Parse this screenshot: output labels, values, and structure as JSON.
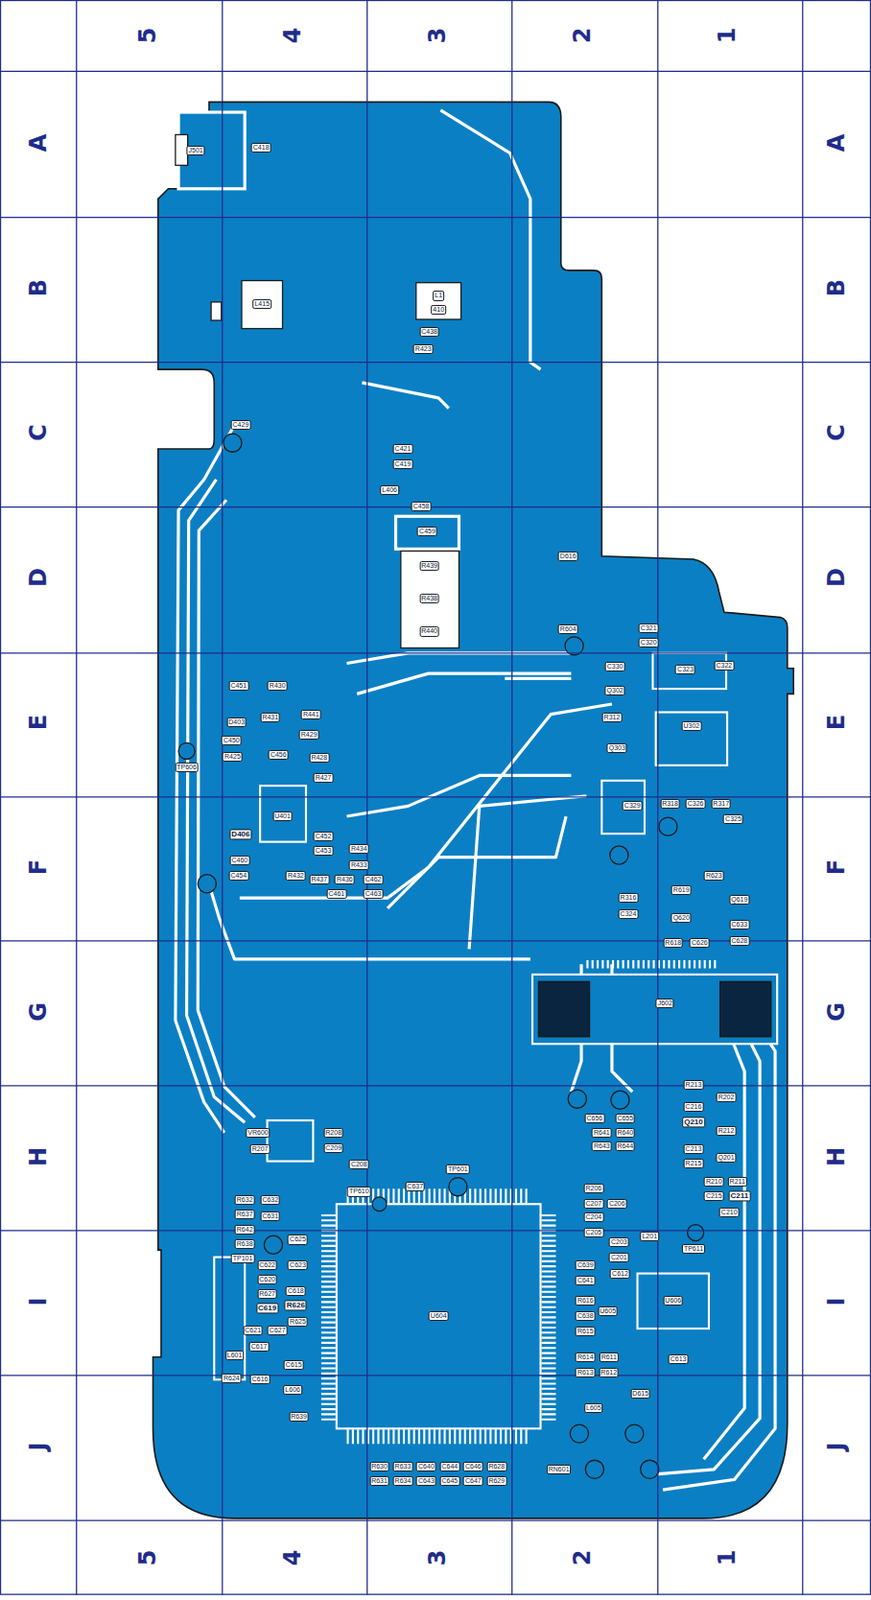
{
  "diagram": {
    "labels": [
      "5",
      "4",
      "3",
      "2",
      "1",
      "5",
      "4",
      "3",
      "2",
      "1",
      "A",
      "B",
      "C",
      "D",
      "E",
      "F",
      "G",
      "H",
      "I",
      "J",
      "A",
      "B",
      "C",
      "D",
      "E",
      "F",
      "G",
      "H",
      "I",
      "J",
      "J501",
      "C418",
      "L415",
      "L1",
      "410",
      "C438",
      "R423",
      "C429",
      "C421",
      "C419",
      "L406",
      "C458",
      "C459",
      "R439",
      "R438",
      "R440",
      "D616",
      "R604",
      "C321",
      "C320",
      "C330",
      "C323",
      "C322",
      "Q302",
      "R312",
      "Q303",
      "U302",
      "C329",
      "R318",
      "C326",
      "R317",
      "C325",
      "R316",
      "C324",
      "R623",
      "R619",
      "Q619",
      "Q620",
      "C633",
      "R618",
      "C626",
      "C628",
      "J602",
      "C451",
      "R430",
      "D403",
      "R431",
      "R441",
      "R429",
      "C450",
      "TP606",
      "R425",
      "C456",
      "R428",
      "R427",
      "U401",
      "D406",
      "C452",
      "C453",
      "R434",
      "R433",
      "C460",
      "C454",
      "R432",
      "R437",
      "R436",
      "C462",
      "C461",
      "C463",
      "R213",
      "R202",
      "C216",
      "Q210",
      "R212",
      "C213",
      "R215",
      "Q201",
      "C656",
      "C655",
      "R641",
      "R640",
      "R643",
      "R644",
      "R210",
      "R211",
      "C215",
      "C211",
      "C210",
      "TP611",
      "L201",
      "C206",
      "R206",
      "C207",
      "C204",
      "C205",
      "C203",
      "C201",
      "C612",
      "C639",
      "C641",
      "R616",
      "C638",
      "R615",
      "U605",
      "U606",
      "R614",
      "R613",
      "R611",
      "R612",
      "C613",
      "D615",
      "L605",
      "RN601",
      "VR600",
      "R207",
      "R208",
      "C209",
      "C208",
      "TP601",
      "TP610",
      "C637",
      "R632",
      "C632",
      "R637",
      "C631",
      "R642",
      "R638",
      "TP101",
      "C625",
      "C622",
      "C623",
      "C620",
      "C618",
      "R627",
      "R626",
      "C619",
      "C621",
      "R625",
      "C627",
      "C617",
      "C615",
      "L601",
      "R624",
      "C616",
      "L606",
      "R639",
      "U604",
      "R630",
      "R631",
      "R633",
      "R634",
      "C640",
      "C643",
      "C644",
      "C645",
      "C646",
      "C647",
      "R628",
      "R629"
    ]
  }
}
